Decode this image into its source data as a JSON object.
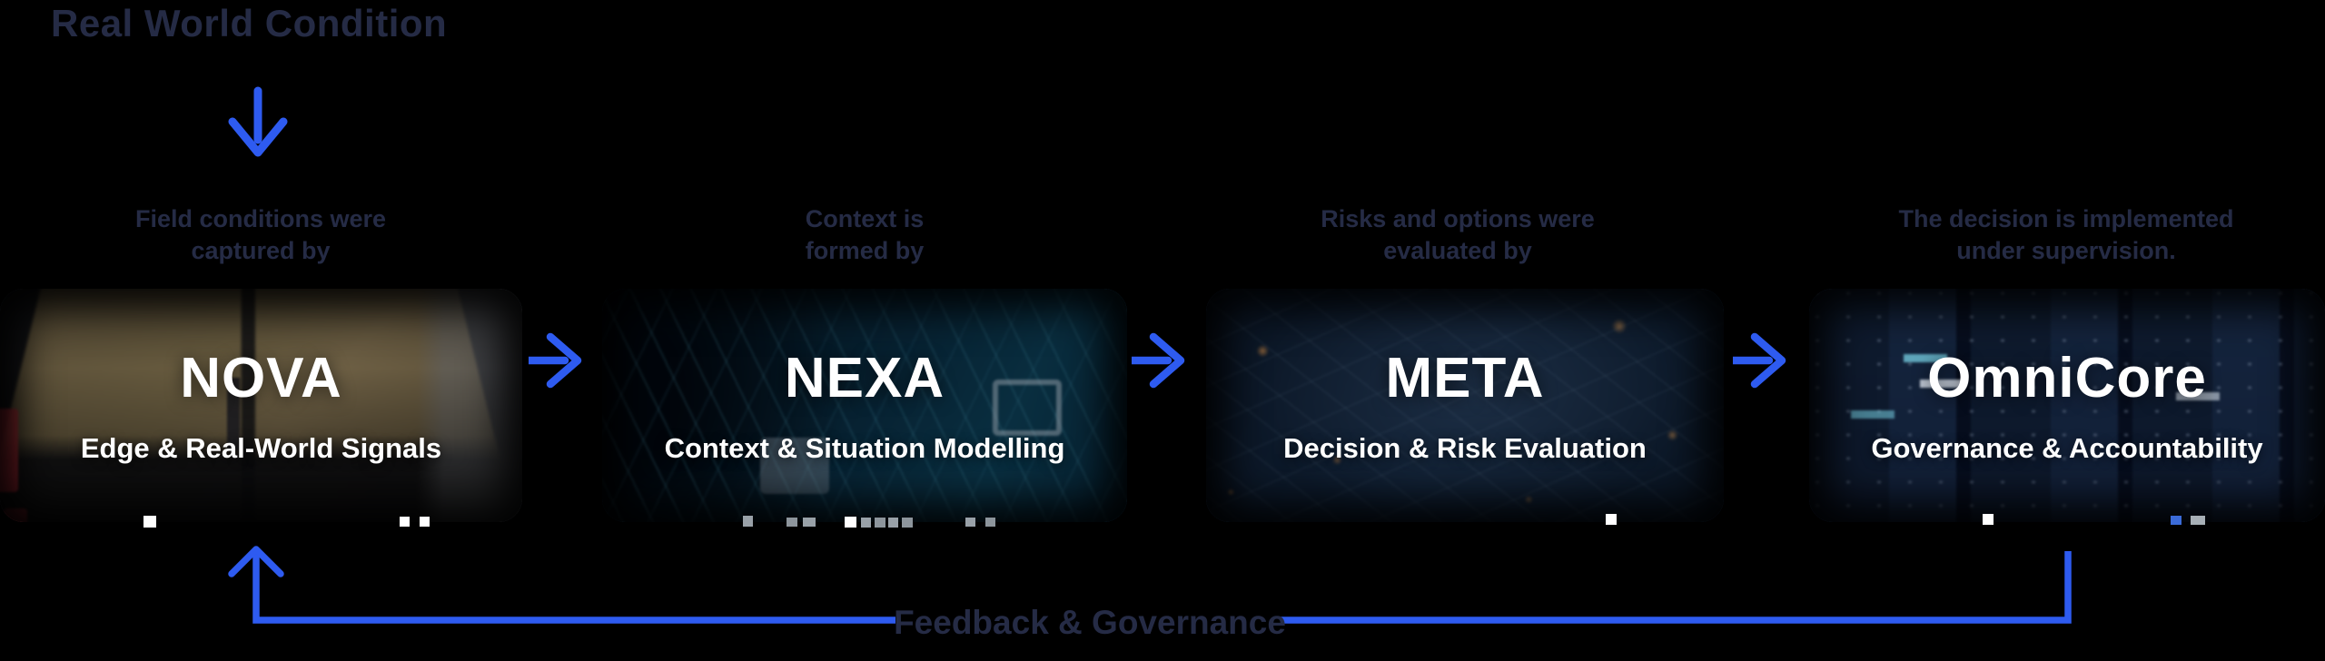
{
  "colors": {
    "background": "#000000",
    "accent_blue": "#2e5bf0",
    "muted_text": "#252b45",
    "card_text": "#ffffff"
  },
  "title": "Real World Condition",
  "stages": [
    {
      "id": "nova",
      "caption": "Field conditions were\ncaptured by",
      "name": "NOVA",
      "subtitle": "Edge & Real-World Signals",
      "image": "excavator-cab-interior-photo"
    },
    {
      "id": "nexa",
      "caption": "Context is\nformed by",
      "name": "NEXA",
      "subtitle": "Context & Situation Modelling",
      "image": "circuit-board-network-photo"
    },
    {
      "id": "meta",
      "caption": "Risks and options were\nevaluated by",
      "name": "META",
      "subtitle": "Decision & Risk Evaluation",
      "image": "wireframe-brain-photo"
    },
    {
      "id": "omnicore",
      "caption": "The decision is implemented\nunder supervision.",
      "name": "OmniCore",
      "subtitle": "Governance & Accountability",
      "image": "server-room-racks-photo"
    }
  ],
  "feedback_label": "Feedback & Governance",
  "icons": [
    "down-arrow-icon",
    "right-arrow-icon",
    "feedback-loop-arrow"
  ]
}
